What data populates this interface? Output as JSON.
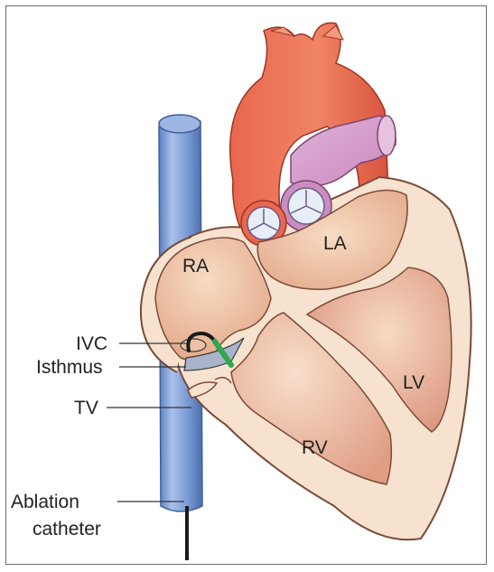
{
  "diagram": {
    "chambers": {
      "ra": "RA",
      "la": "LA",
      "lv": "LV",
      "rv": "RV"
    },
    "callouts": {
      "ivc": "IVC",
      "isthmus": "Isthmus",
      "tv": "TV",
      "ablation_line1": "Ablation",
      "ablation_line2": "catheter"
    },
    "colors": {
      "aorta": "#e8674e",
      "pulmonary_artery": "#d49ac9",
      "vena_cava": "#6f93cf",
      "myocardium_wall": "#f6e2cf",
      "chamber_fill": "#f0c6a4",
      "catheter": "#1a1a1a",
      "ablation_tip": "#2fa84f",
      "isthmus_plane": "#a9b3c9"
    }
  }
}
